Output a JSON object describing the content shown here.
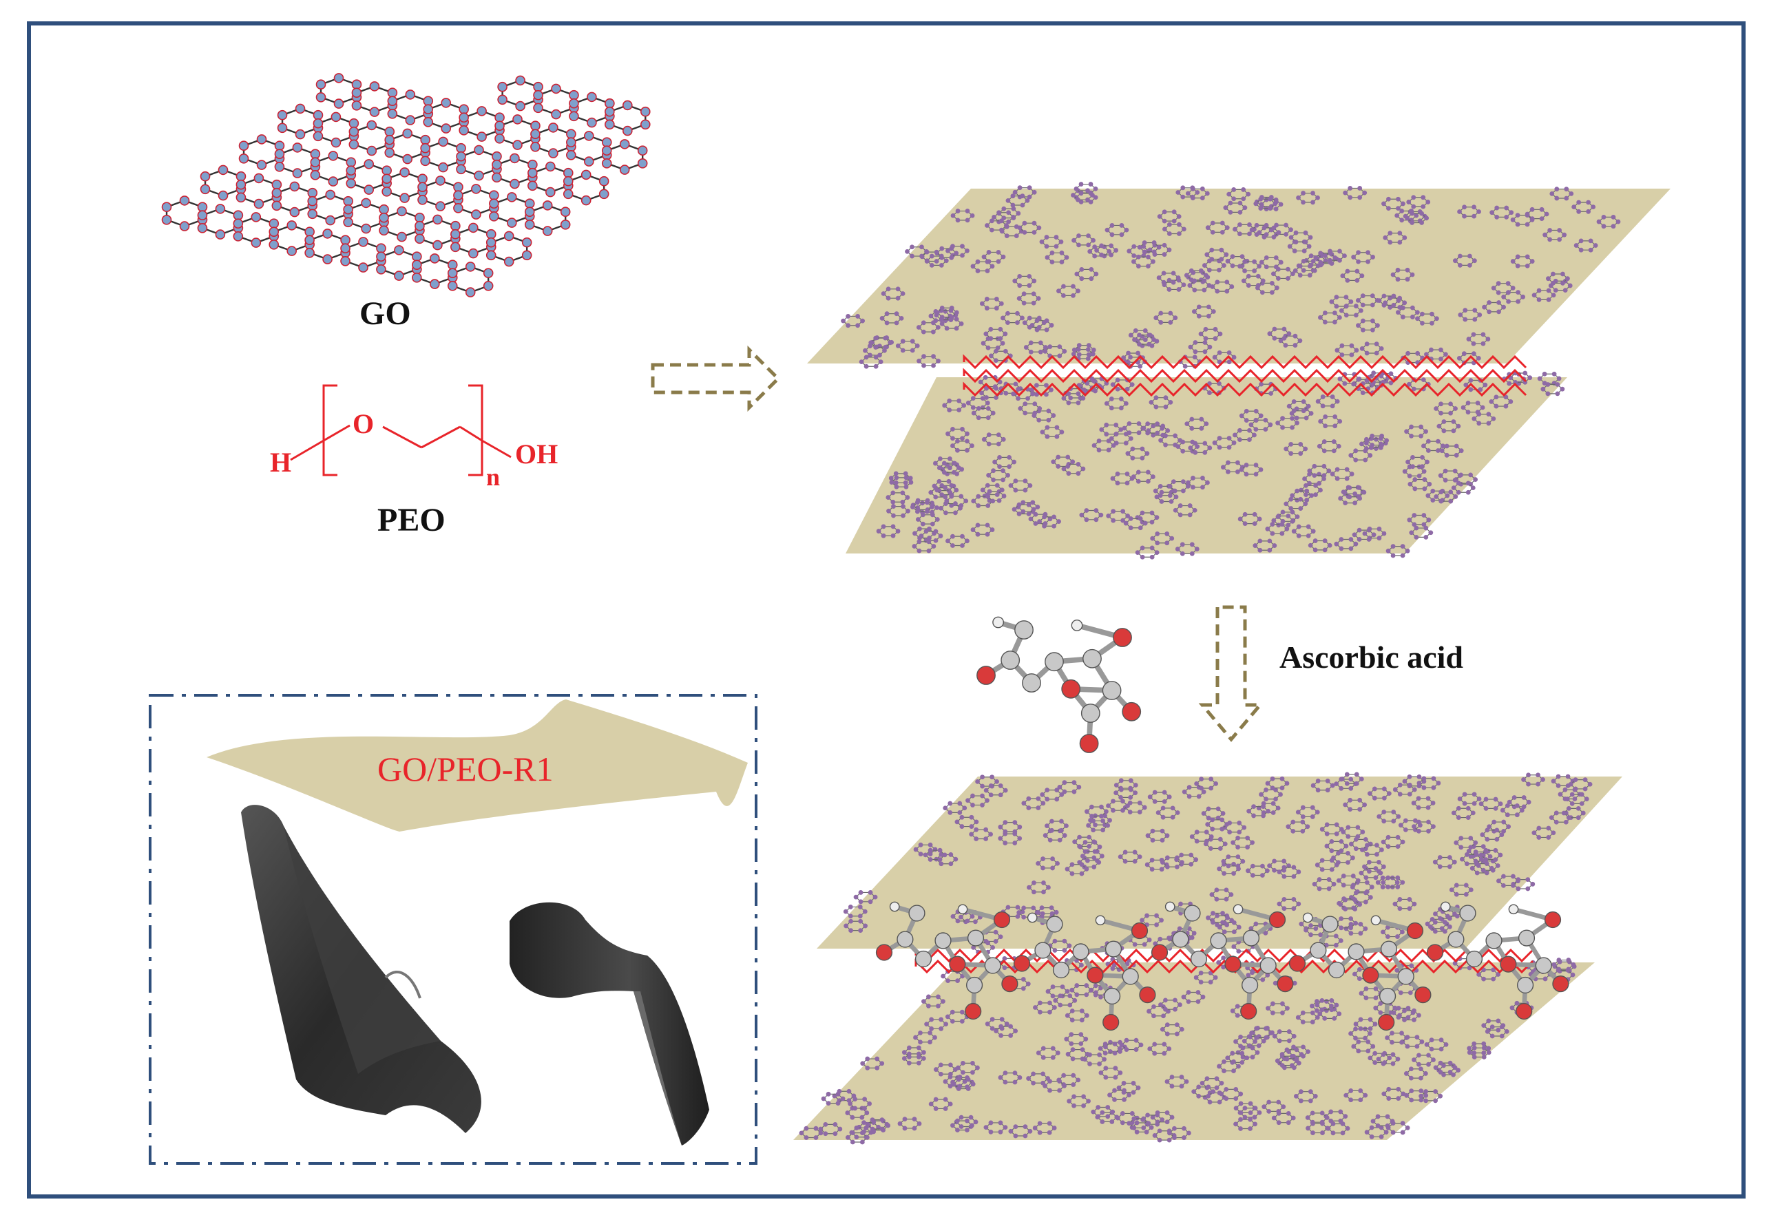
{
  "labels": {
    "go": "GO",
    "peo": "PEO",
    "ascorbic_acid": "Ascorbic acid",
    "film": "GO/PEO-R1"
  },
  "peo_formula": {
    "h": "H",
    "o": "O",
    "n": "n",
    "oh": "OH"
  },
  "colors": {
    "frame": "#2f4f7c",
    "sheet": "#d8cfa8",
    "atom": "#7fa0cc",
    "lattice_atom": "#8e6aa6",
    "polymer": "#e8242a",
    "arrow": "#8a7b4a",
    "film_dark": "#2a2a2a",
    "oxygen_atom": "#d93a3a",
    "carbon_atom": "#c8c8c8"
  }
}
